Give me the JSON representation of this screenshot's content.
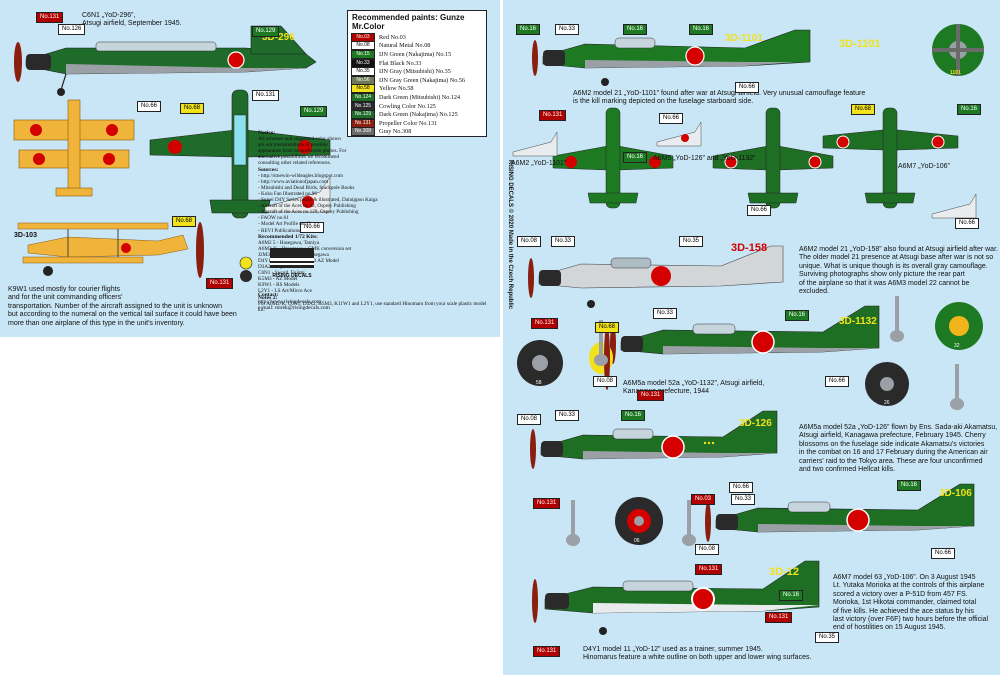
{
  "left_sheet": {
    "c6n1_caption": [
      "C6N1 „YoD-296”,",
      "Atsugi airfield, September 1945."
    ],
    "c6n1_code": "3D-296",
    "k5y1_code": "3D-103",
    "k9w1_caption": [
      "K9W1 used mostly for courier flights",
      "and for the unit commanding officers'",
      "transportation. Number of the aircraft assigned to the unit is unknown",
      "but according to the numeral on the vertical tail surface it could have been",
      "more than one airplane of this type in the unit's inventory."
    ],
    "badges": {
      "b131_top": "No.131",
      "b126": "No.126",
      "b129_top": "No.129",
      "b66_a": "No.66",
      "b131_mid": "No.131",
      "b68_a": "No.68",
      "b129_mid": "No.129",
      "b66_b": "No.66",
      "b68_b": "No.68",
      "b131_bottom": "No.131"
    },
    "legend": {
      "title": "Recommended paints: Gunze Mr.Color",
      "rows": [
        {
          "code": "No.03",
          "name": "Red No.03",
          "color": "#b00000"
        },
        {
          "code": "No.08",
          "name": "Natural Metal No.08",
          "color": "#ffffff"
        },
        {
          "code": "No.15",
          "name": "IJN Green (Nakajima) No.15",
          "color": "#1d7a22"
        },
        {
          "code": "No.33",
          "name": "Flat Black No.33",
          "color": "#111111"
        },
        {
          "code": "No.35",
          "name": "IJN Gray (Mitsubishi) No.35",
          "color": "#ffffff"
        },
        {
          "code": "No.56",
          "name": "IJN Gray Green (Nakajima) No.56",
          "color": "#6d7a55"
        },
        {
          "code": "No.58",
          "name": "Yellow No.58",
          "color": "#f1e21b"
        },
        {
          "code": "No.124",
          "name": "Dark Green (Mitsubishi) No.124",
          "color": "#1e6e24"
        },
        {
          "code": "No.125",
          "name": "Cowling Color No.125",
          "color": "#2a2a2a"
        },
        {
          "code": "No.129",
          "name": "Dark Green (Nakajima) No.125",
          "color": "#1e6b2a"
        },
        {
          "code": "No.131",
          "name": "Propeller Color No.131",
          "color": "#8a1f10"
        },
        {
          "code": "No.308",
          "name": "Gray No.308",
          "color": "#6a6a6a"
        }
      ]
    },
    "notes_heading": "Notice:",
    "notes_body": "All schemes and suggested color shown are our interpretations of possible appearance from monochrome photos. For alternative possibilities we recommend consulting other related references.",
    "sources_heading": "Sources:",
    "sources": [
      "- http://stnewin-wildeagles.blogspot.com",
      "- http://www.aviationofjapan.com",
      "- Mitsubishi and Dead Birds, Stackpole Books",
      "- Koku Fan Illustrated no.96",
      "- Suisei D4Y Series photo & illustrated, Dainippon Kaiga",
      "- Aircraft of the Aces no.22, Osprey Publishing",
      "- Aircraft of the Aces no.129, Osprey Publishing",
      "- FAOW no.61",
      "- Model Art Profile no.13",
      "- REVI Publications"
    ],
    "kits_heading": "Recommended 1/72 Kits:",
    "kits": [
      "A6M2 5 - Hasegawa, Tamiya",
      "A6M2-K - Hasegawa + CMK conversion set",
      "J2M3/5 - Sword, J2M3 Hasegawa",
      "D4Y1/2 - Fujimi, D4Y1/2/3 AZ Model",
      "D3A2 - Fujimi",
      "C6N1 - Sword, Fujimi",
      "K5M3 - AZ Model",
      "K9W1 - RS Models",
      "L2Y1 - LS Art/Micro Ace"
    ],
    "notes2_heading": "Notes 2:",
    "notes2": "For A6M2-K, C6N1, D3A2, K5M3, K11W1 and L2Y1, use standard Hinomaru from your scale plastic model kit.",
    "contact_heading": "Contact:",
    "contact": [
      "http://www.risingdecals.com,",
      "e-mail: mirek@risingdecals.com"
    ],
    "logo_text": "RISING DECALS"
  },
  "right_sheet": {
    "vertical_text": "RISING DECALS © 2020  Made in the Czech Republic",
    "captions": {
      "a6m2_1101": [
        "A6M2 model 21 „YoD-1101” found after war at Atsugi airfield. Very unusual camouflage feature",
        "is the kill marking depicted on the fuselage starboard side."
      ],
      "top_a6m2": "A6M2 „YoD-1101”",
      "top_a6m5": "A6M5 „YoD-126” and „YoD-1132”",
      "top_a6m7": "A6M7 „YoD-106”",
      "a6m2_158": [
        "A6M2 model 21 „YoD-158” also found at Atsugi airfield after war.",
        "The older model 21 presence at Atsugi base after war is not so",
        "unique. What is unique though is its overall gray camouflage.",
        "Surviving photographs show only picture the rear part",
        "of the airplane so that it was A6M3 model 22 cannot be excluded."
      ],
      "a6m5_1132": [
        "A6M5a model 52a „YoD-1132”, Atsugi airfield,",
        "Kanagawa prefecture, 1944"
      ],
      "a6m5_126": [
        "A6M5a model 52a „YoD-126” flown by Ens. Sada-aki Akamatsu,",
        "Atsugi airfield, Kanagawa prefecture, February 1945. Cherry",
        "blossoms on the fuselage side indicate Akamatsu's victories",
        "in the combat on 16 and 17 February during the American air",
        "carriers' raid to the Tokyo area. These are four unconfirmed",
        "and two confirmed Hellcat kills."
      ],
      "a6m7_106": [
        "A6M7 model 63 „YoD-106”. On 3 August 1945",
        "Lt. Yutaka Morioka at the controls of this airplane",
        "scored a victory over a P-51D from 457 FS.",
        "Morioka, 1st Hikotai commander, claimed total",
        "of five kills. He achieved the ace status by his",
        "last victory (over F6F) two hours before the official",
        "end of hostilities on 15 August 1945."
      ],
      "d4y1_12": [
        "D4Y1 model 11 „YoD-12” used as a trainer, summer 1945.",
        "Hinomarus feature a white outline on both upper and lower wing surfaces."
      ]
    },
    "codes": {
      "c1101": "3D-1101",
      "c1101b": "3D-1101",
      "c158": "3D-158",
      "c1132": "3D-1132",
      "c126": "3D-126",
      "c106": "3D-106",
      "c12": "3D-12"
    },
    "wheel_numbers": {
      "w1101": "1101",
      "w58": "58",
      "w32": "32",
      "w26": "26",
      "w06": "06"
    },
    "badges": {
      "r1": "No.16",
      "r2": "No.33",
      "r3": "No.16",
      "r4": "No.16",
      "r5": "No.66",
      "r6": "No.131",
      "r7": "No.16",
      "r8": "No.66",
      "r9": "No.68",
      "r10": "No.16",
      "r11": "No.66",
      "r12": "No.66",
      "r13": "No.08",
      "r14": "No.33",
      "r15": "No.35",
      "r16": "No.131",
      "r17": "No.68",
      "r18": "No.33",
      "r19": "No.16",
      "r20": "No.08",
      "r21": "No.131",
      "r22": "No.66",
      "r23": "No.08",
      "r24": "No.33",
      "r25": "No.16",
      "r26": "No.66",
      "r27": "No.131",
      "r28": "No.03",
      "r29": "No.33",
      "r30": "No.16",
      "r31": "No.08",
      "r32": "No.131",
      "r33": "No.66",
      "r34": "No.16",
      "r35": "No.131",
      "r36": "No.35",
      "r37": "No.131"
    }
  }
}
